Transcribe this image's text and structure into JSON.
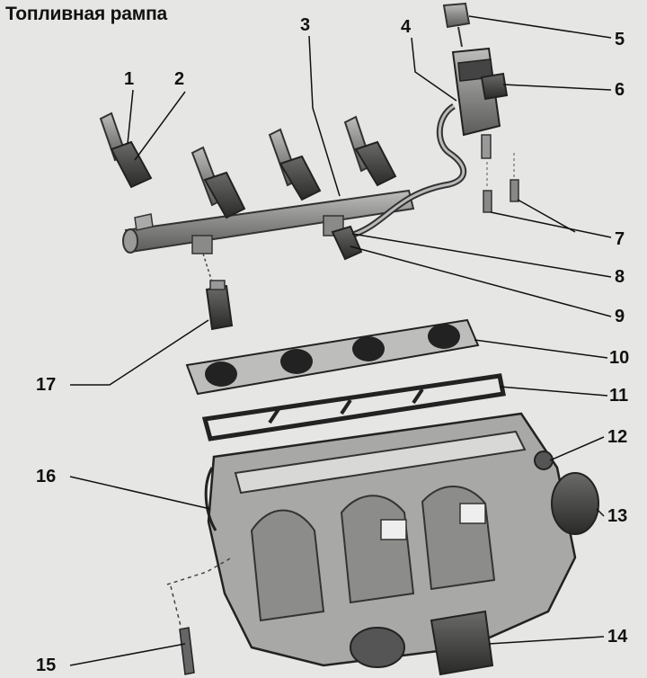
{
  "title": "Топливная рампа",
  "callouts": [
    {
      "id": "1",
      "label": "1"
    },
    {
      "id": "2",
      "label": "2"
    },
    {
      "id": "3",
      "label": "3"
    },
    {
      "id": "4",
      "label": "4"
    },
    {
      "id": "5",
      "label": "5"
    },
    {
      "id": "6",
      "label": "6"
    },
    {
      "id": "7",
      "label": "7"
    },
    {
      "id": "8",
      "label": "8"
    },
    {
      "id": "9",
      "label": "9"
    },
    {
      "id": "10",
      "label": "10"
    },
    {
      "id": "11",
      "label": "11"
    },
    {
      "id": "12",
      "label": "12"
    },
    {
      "id": "13",
      "label": "13"
    },
    {
      "id": "14",
      "label": "14"
    },
    {
      "id": "15",
      "label": "15"
    },
    {
      "id": "16",
      "label": "16"
    },
    {
      "id": "17",
      "label": "17"
    }
  ]
}
